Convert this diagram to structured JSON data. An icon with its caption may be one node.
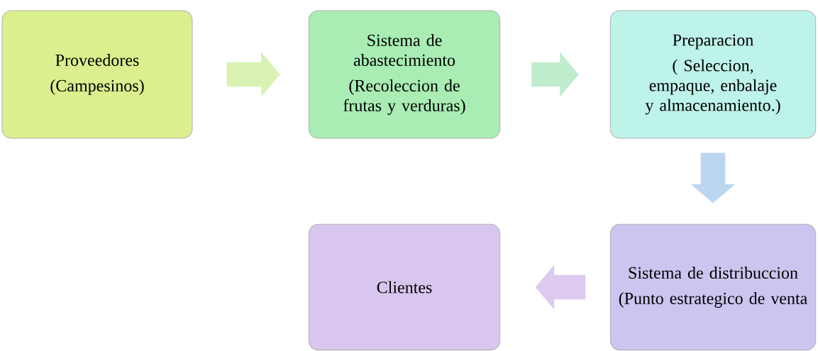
{
  "diagram": {
    "nodes": [
      {
        "text": [
          "Proveedores",
          "(Campesinos)"
        ]
      },
      {
        "text": [
          "Sistema de abastecimiento",
          "(Recoleccion de frutas y verduras)"
        ]
      },
      {
        "text": [
          "Preparacion",
          "( Seleccion, empaque, enbalaje y almacenamiento.)"
        ]
      },
      {
        "text": [
          "Sistema de distribuccion",
          "(Punto estrategico de venta"
        ]
      },
      {
        "text": [
          "Clientes"
        ]
      }
    ],
    "edges": [
      {
        "from": 0,
        "to": 1,
        "arrow": "to",
        "color": "#d9f2b4"
      },
      {
        "from": 1,
        "to": 2,
        "arrow": "to",
        "color": "#bfeccd"
      },
      {
        "from": 2,
        "to": 3,
        "arrow": "to",
        "color": "#bcd6ef"
      },
      {
        "from": 3,
        "to": 4,
        "arrow": "to",
        "color": "#dccbee"
      }
    ]
  }
}
